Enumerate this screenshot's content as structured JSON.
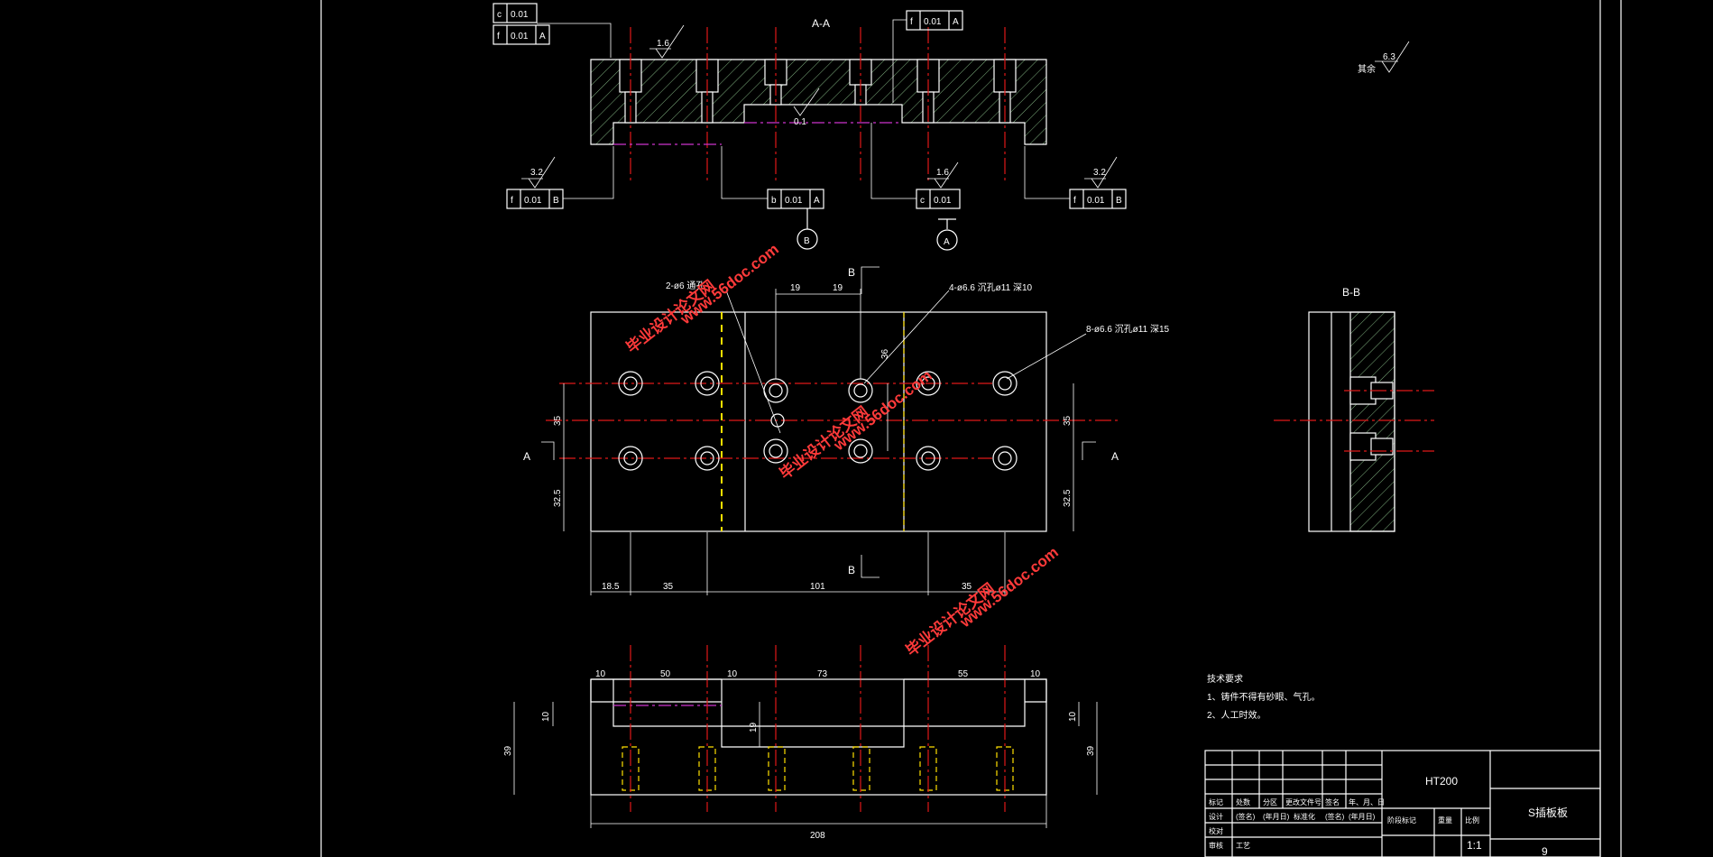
{
  "views": {
    "section_aa": "A-A",
    "section_bb": "B-B",
    "cut_a": "A",
    "cut_b": "B"
  },
  "gdt": {
    "top_left_1": {
      "sym": "c",
      "tol": "0.01",
      "datum": ""
    },
    "top_left_2": {
      "sym": "f",
      "tol": "0.01",
      "datum": "A"
    },
    "top_mid": {
      "sym": "f",
      "tol": "0.01",
      "datum": "A"
    },
    "bot_left": {
      "sym": "f",
      "tol": "0.01",
      "datum": "B"
    },
    "bot_mid1": {
      "sym": "b",
      "tol": "0.01",
      "datum": "A"
    },
    "bot_mid2": {
      "sym": "c",
      "tol": "0.01",
      "datum": ""
    },
    "bot_right": {
      "sym": "f",
      "tol": "0.01",
      "datum": "B"
    },
    "datum_b": "B",
    "datum_a": "A"
  },
  "roughness": {
    "r1": "1.6",
    "r2": "3.2",
    "r3": "1.6",
    "r4": "3.2",
    "r5": "0.1",
    "rest_label": "其余",
    "rest_value": "6.3"
  },
  "notes": {
    "hole1": "2-ø6 通孔",
    "hole2": "4-ø6.6 沉孔ø11 深10",
    "hole3": "8-ø6.6 沉孔ø11 深15"
  },
  "dims": {
    "d19a": "19",
    "d19b": "19",
    "d36": "36",
    "d35l": "35",
    "d35r": "35",
    "d325l": "32.5",
    "d325r": "32.5",
    "d185": "18.5",
    "d35b": "35",
    "d101": "101",
    "d35c": "35",
    "b10a": "10",
    "b50": "50",
    "b10b": "10",
    "b73": "73",
    "b55": "55",
    "b10c": "10",
    "b10l": "10",
    "b19": "19",
    "b39l": "39",
    "b10r": "10",
    "b39r": "39",
    "b208": "208"
  },
  "watermark": {
    "site": "www.56doc.com",
    "cn": "毕业设计论文网"
  },
  "tech": {
    "title": "技术要求",
    "line1": "1、铸件不得有砂眼、气孔。",
    "line2": "2、人工时效。"
  },
  "titleblock": {
    "material": "HT200",
    "part_name": "S插板板",
    "scale": "1:1",
    "sheet_no": "9",
    "h1": "标记",
    "h2": "处数",
    "h3": "分区",
    "h4": "更改文件号",
    "h5": "签名",
    "h6": "年、月、日",
    "r1": "设计",
    "r2": "(签名)",
    "r3": "(年月日)",
    "r4": "标准化",
    "r5": "(签名)",
    "r6": "(年月日)",
    "r7": "校对",
    "r8": "审核",
    "r9": "工艺",
    "s1": "阶段标记",
    "s2": "重量",
    "s3": "比例"
  },
  "colors": {
    "background": "#000000",
    "line": "#ffffff",
    "center": "#e01818",
    "hidden": "#ffe000",
    "phantom": "#cc33cc",
    "watermark": "#ff3a3a"
  }
}
